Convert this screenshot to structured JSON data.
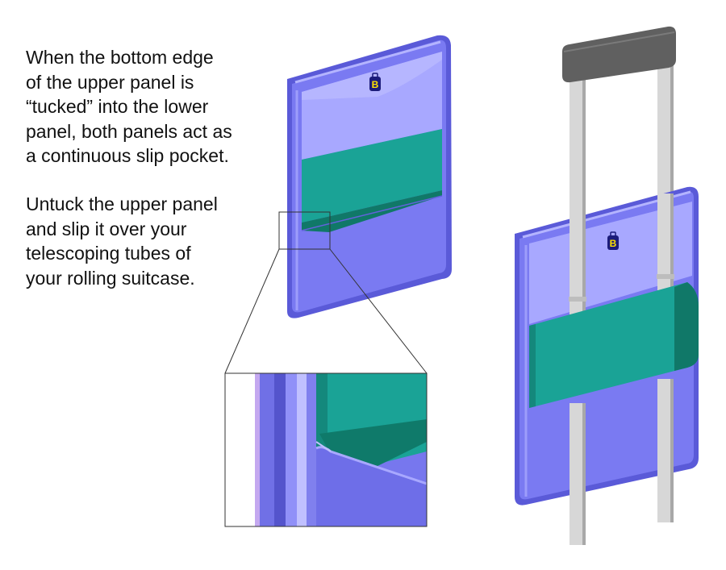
{
  "captions": {
    "tucked": "When the bottom edge\nof the upper panel  is\n“tucked” into the lower\npanel, both panels act as\na continuous slip pocket.",
    "untucked": "Untuck the upper panel\nand slip it over your\ntelescoping tubes of\nyour rolling suitcase."
  },
  "logo": {
    "letter": "B"
  },
  "colors": {
    "panel": "#7a7af2",
    "panel_dark": "#5050c8",
    "panel_light": "#a8a8ff",
    "panel_edge": "#9d9dfb",
    "teal": "#1aa396",
    "teal_dark": "#107868",
    "tube": "#d7d7d7",
    "tube_shade": "#a8a8a8",
    "handle": "#606060",
    "logo_fill": "#1c1c7a",
    "logo_letter": "#ffe100"
  }
}
